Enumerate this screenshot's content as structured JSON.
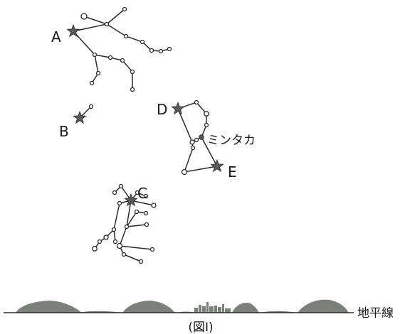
{
  "figure": {
    "caption": "(図Ⅰ)",
    "horizon_label": "地平線",
    "stars": {
      "A": "A",
      "B": "B",
      "C": "C",
      "D": "D",
      "E": "E",
      "mintaka": "ミンタカ"
    }
  },
  "colors": {
    "line": "#2b2b2b",
    "star_fill": "#5a5a5a",
    "ground": "#7b8178"
  }
}
